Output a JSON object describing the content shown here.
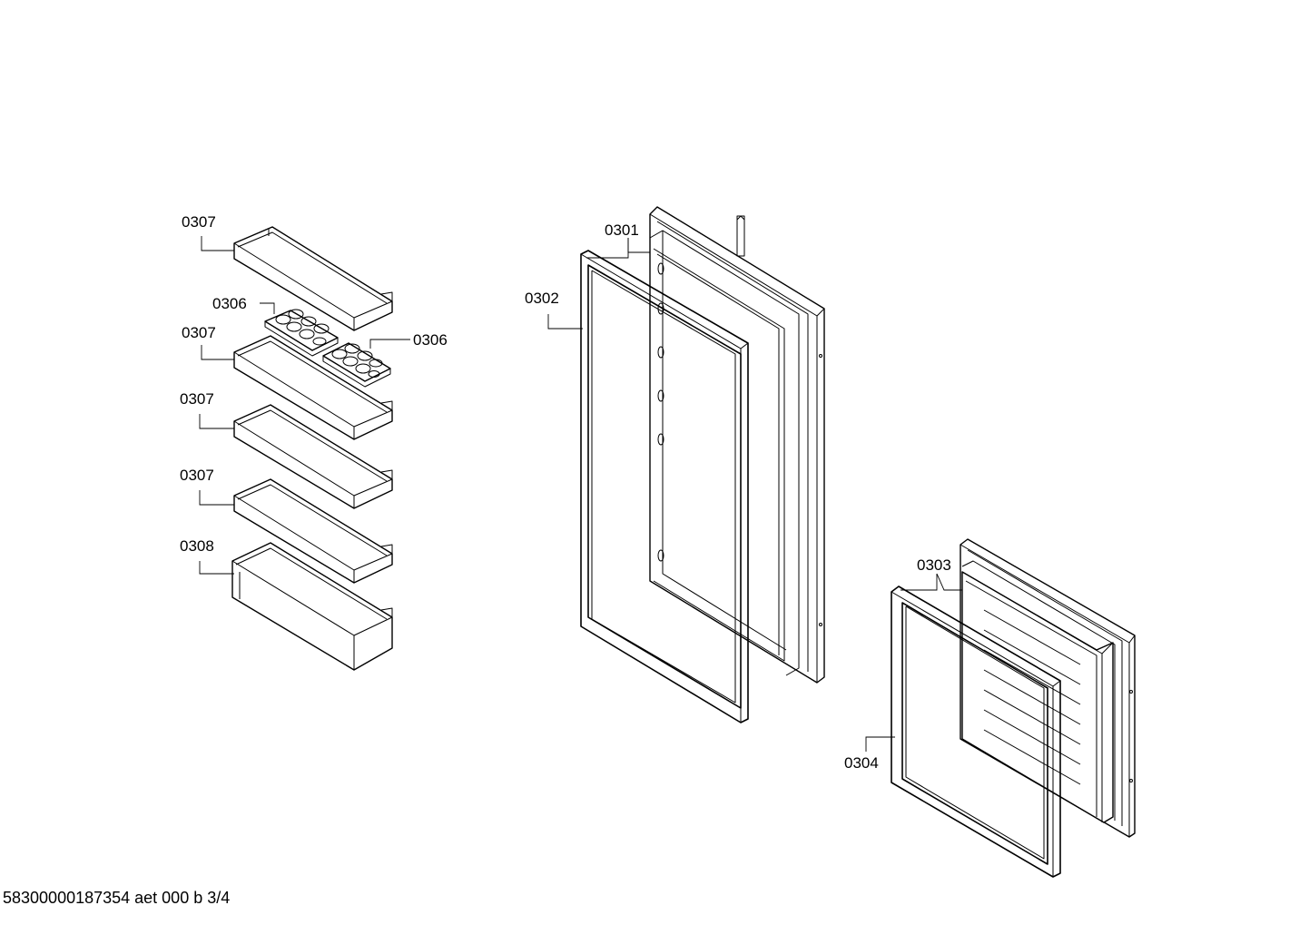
{
  "labels": {
    "shelf_1": "0307",
    "egg_tray_left": "0306",
    "shelf_2": "0307",
    "egg_tray_right": "0306",
    "shelf_3": "0307",
    "shelf_4": "0307",
    "bottle_bin": "0308",
    "door_fridge": "0301",
    "gasket_fridge": "0302",
    "door_freezer": "0303",
    "gasket_freezer": "0304"
  },
  "footer": "58300000187354 aet 000 b 3/4"
}
